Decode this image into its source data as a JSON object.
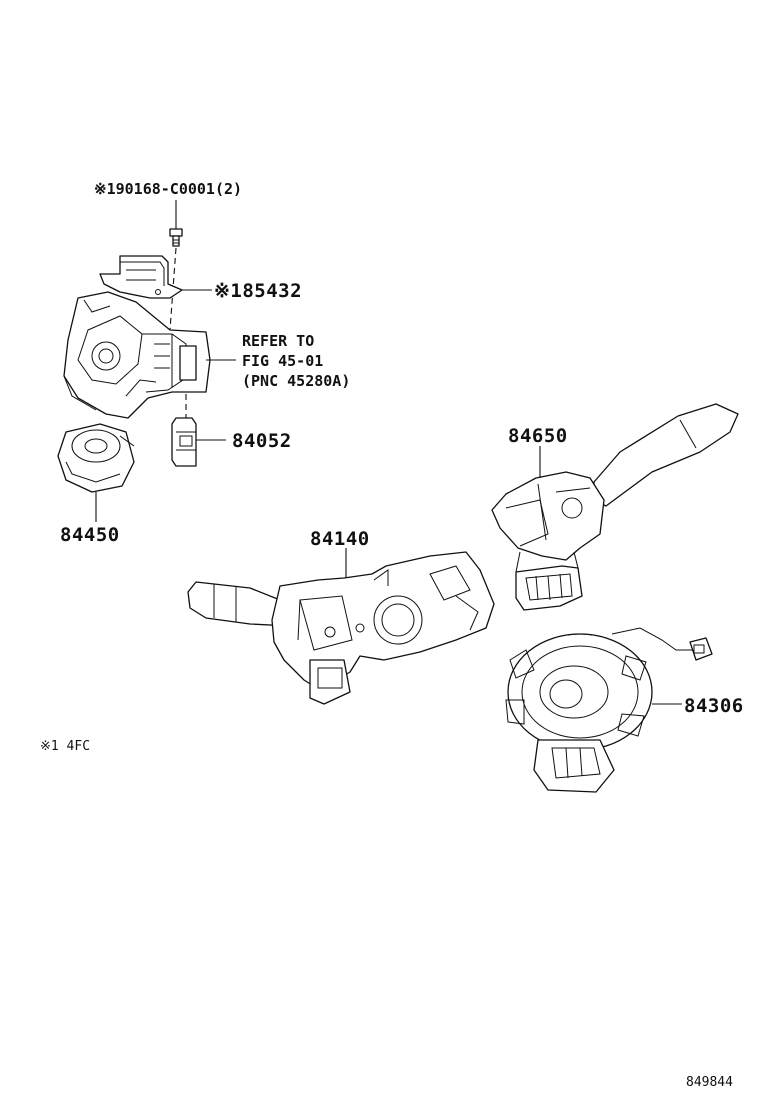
{
  "labels": {
    "bolt": "※190168-C0001(2)",
    "bracket": "※185432",
    "refer_line1": "REFER TO",
    "refer_line2": "FIG 45-01",
    "refer_line3": "(PNC 45280A)",
    "switch_84052": "84052",
    "switch_84450": "84450",
    "switch_84140": "84140",
    "switch_84650": "84650",
    "switch_84306": "84306",
    "footnote": "※1 4FC",
    "figure_id": "849844"
  }
}
